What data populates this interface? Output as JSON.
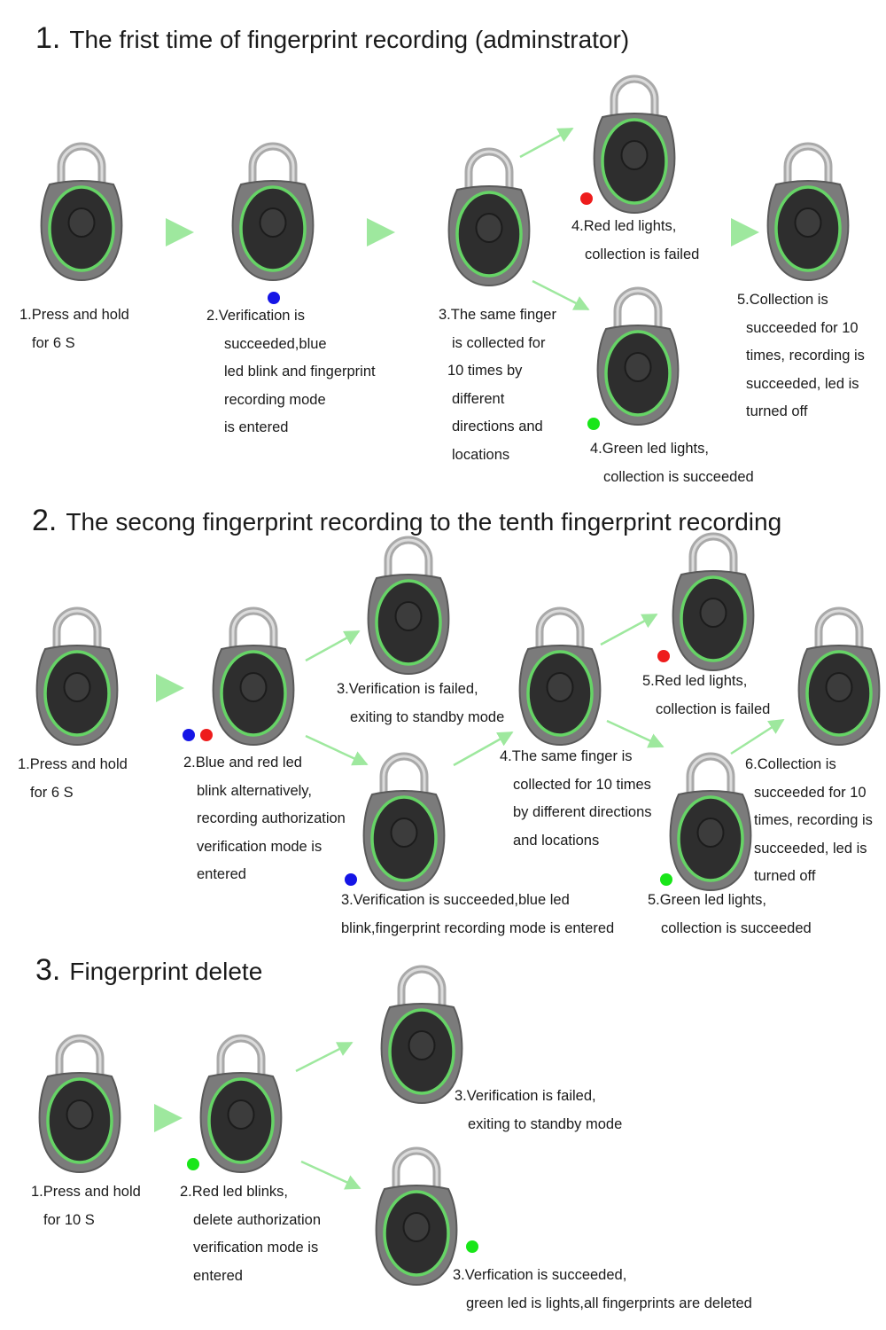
{
  "colors": {
    "shackle": "#a9a9a9",
    "body": "#7b7b7b",
    "face": "#2e2e2e",
    "ring": "#66d466",
    "arrow": "#9ee89e",
    "blue": "#1515e6",
    "red": "#ee1c1c",
    "green": "#19e619"
  },
  "sections": [
    {
      "number": "1.",
      "title": "The frist time of fingerprint recording (adminstrator)",
      "captions": [
        [
          "1.Press and hold",
          "  for 6 S"
        ],
        [
          "2.Verification is",
          "     succeeded,blue",
          "     led blink and fingerprint",
          "     recording mode",
          "     is entered"
        ],
        [
          "3.The same finger",
          "   is collected for",
          "  10 times by",
          "   different",
          "   directions and",
          "   locations"
        ],
        [
          "4.Red led lights,",
          "   collection is failed"
        ],
        [
          "4.Green led lights,",
          "   collection is succeeded"
        ],
        [
          "5.Collection is",
          "   succeeded for 10",
          "   times, recording is",
          "   succeeded, led is",
          "   turned off"
        ]
      ]
    },
    {
      "number": "2.",
      "title": "The secong fingerprint recording to the tenth fingerprint recording",
      "captions": [
        [
          "1.Press and hold",
          "  for 6 S"
        ],
        [
          "2.Blue and red led",
          "   blink alternatively,",
          "   recording authorization",
          "   verification mode is",
          "   entered"
        ],
        [
          "3.Verification is failed,",
          "   exiting to standby mode"
        ],
        [
          "3.Verification is succeeded,blue led",
          "blink,fingerprint recording mode is entered"
        ],
        [
          "4.The same finger is",
          "   collected for 10 times",
          "   by different directions",
          "   and locations"
        ],
        [
          "5.Red led lights,",
          "   collection is failed"
        ],
        [
          "5.Green led lights,",
          "   collection is succeeded"
        ],
        [
          "6.Collection is",
          "   succeeded for 10",
          "   times, recording is",
          "   succeeded, led is",
          "   turned off"
        ]
      ]
    },
    {
      "number": "3.",
      "title": "Fingerprint delete",
      "captions": [
        [
          "1.Press and hold",
          "  for 10 S"
        ],
        [
          "2.Red led blinks,",
          "   delete authorization",
          "   verification mode is",
          "   entered"
        ],
        [
          "3.Verification is failed,",
          "   exiting to standby mode"
        ],
        [
          "3.Verfication is succeeded,",
          "   green led is lights,all fingerprints are deleted"
        ]
      ]
    }
  ]
}
